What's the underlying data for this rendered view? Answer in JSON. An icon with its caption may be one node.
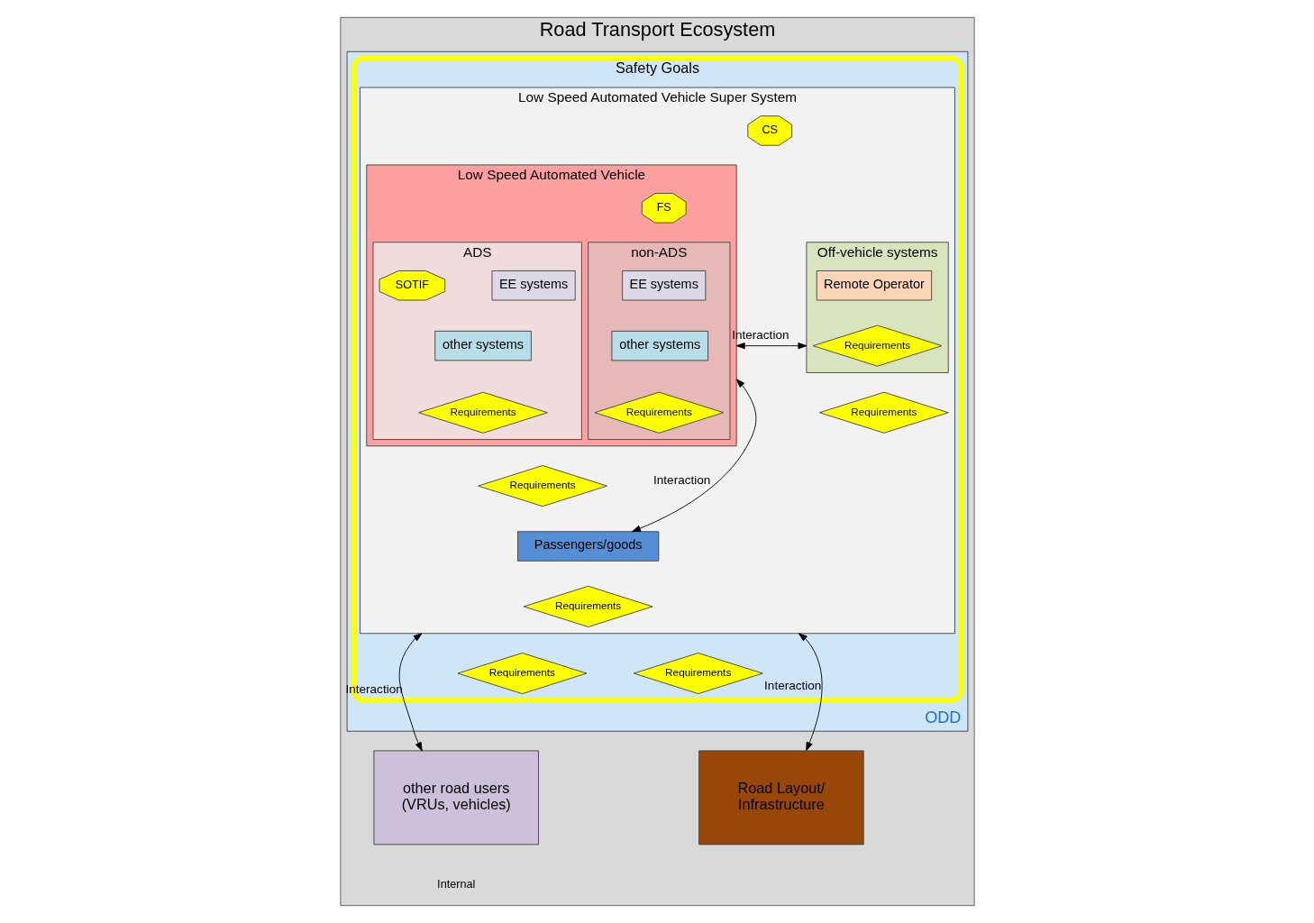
{
  "diagram": {
    "nodes": [
      {
        "text": [
          "Road Transport Ecosystem"
        ]
      },
      {
        "text": [
          "ODD"
        ],
        "in": 0
      },
      {
        "text": [
          "Safety Goals"
        ],
        "in": 1
      },
      {
        "text": [
          "Low Speed Automated Vehicle Super System"
        ],
        "in": 2
      },
      {
        "text": [
          "CS"
        ],
        "in": 3
      },
      {
        "text": [
          "Low Speed Automated Vehicle"
        ],
        "in": 3
      },
      {
        "text": [
          "ADS"
        ],
        "in": 5
      },
      {
        "text": [
          "EE systems"
        ],
        "in": 6
      },
      {
        "text": [
          "SOTIF"
        ],
        "in": 6
      },
      {
        "text": [
          "other systems"
        ],
        "in": 6
      },
      {
        "text": [
          "Requirements"
        ],
        "in": 6
      },
      {
        "text": [
          "FS"
        ],
        "in": 5
      },
      {
        "text": [
          "non-ADS"
        ],
        "in": 5
      },
      {
        "text": [
          "EE systems"
        ],
        "in": 12
      },
      {
        "text": [
          "other systems"
        ],
        "in": 12
      },
      {
        "text": [
          "Requirements"
        ],
        "in": 12
      },
      {
        "text": [
          "Requirements"
        ],
        "in": 3
      },
      {
        "text": [
          "Off-vehicle systems"
        ],
        "in": 3
      },
      {
        "text": [
          "Remote Operator"
        ],
        "in": 17
      },
      {
        "text": [
          "Requirements"
        ],
        "in": 17
      },
      {
        "text": [
          "Requirements"
        ],
        "in": 3
      },
      {
        "text": [
          "Passengers/goods"
        ],
        "in": 3
      },
      {
        "text": [
          "Requirements"
        ],
        "in": 3
      },
      {
        "text": [
          "Requirements"
        ],
        "in": 2
      },
      {
        "text": [
          "other road users (VRUs, vehicles)"
        ],
        "in": 0
      },
      {
        "text": [
          "Requirements"
        ],
        "in": 2
      },
      {
        "text": [
          "Road Layout/ Infrastructure"
        ],
        "in": 0
      }
    ],
    "edges": [
      {
        "from": 5,
        "to": 17,
        "arrow": "both",
        "label": "Interaction"
      },
      {
        "from": 5,
        "to": 21,
        "arrow": "both",
        "label": "Interaction"
      },
      {
        "from": 3,
        "to": 24,
        "arrow": "both",
        "label": "Interaction"
      },
      {
        "from": 3,
        "to": 26,
        "arrow": "both",
        "label": "Interaction"
      }
    ],
    "labels": [
      "Internal"
    ]
  }
}
